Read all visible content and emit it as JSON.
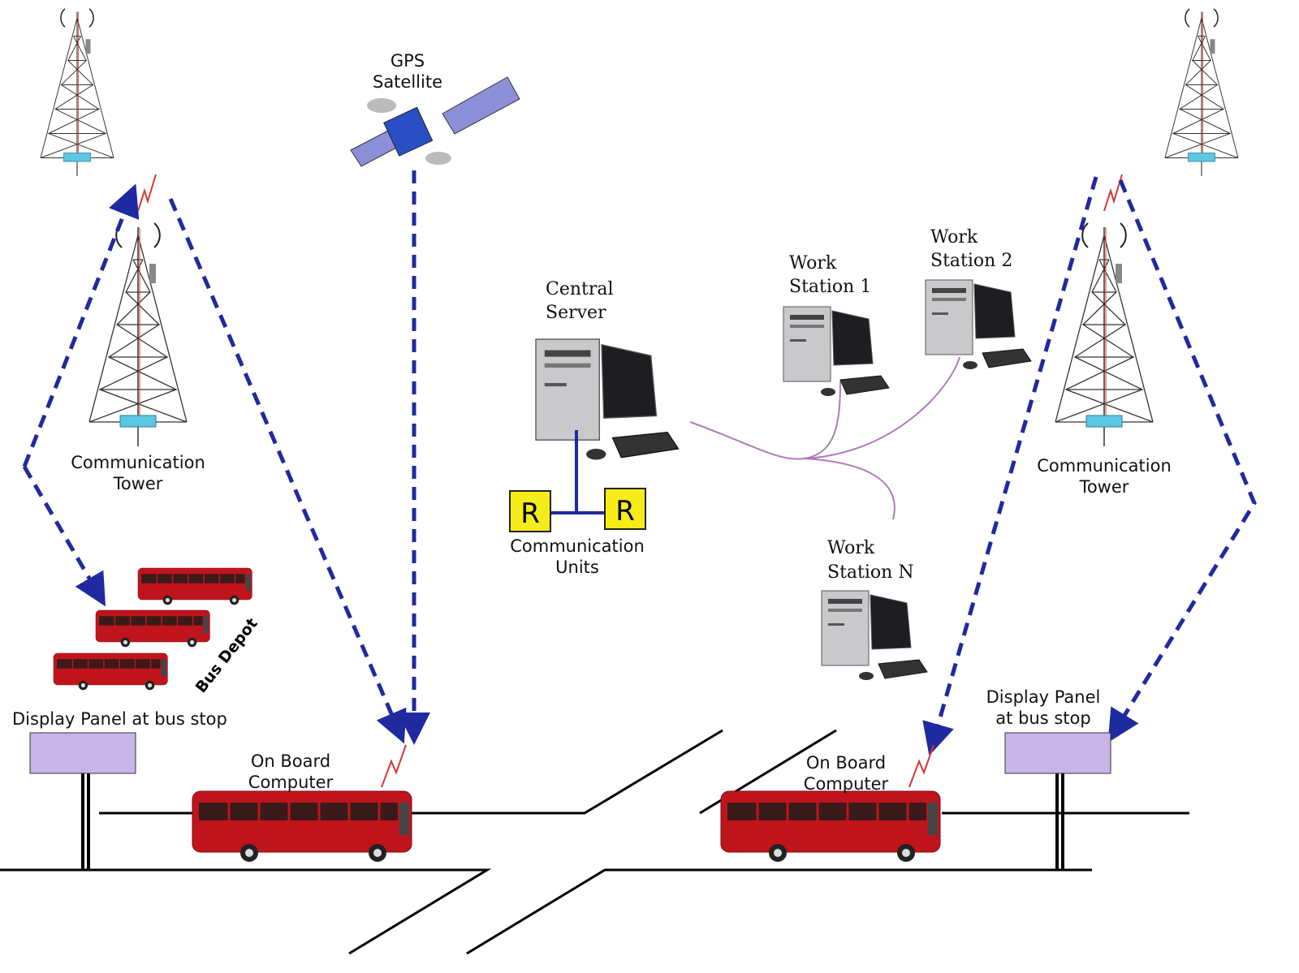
{
  "labels": {
    "gps": [
      "GPS",
      "Satellite"
    ],
    "tower_left": [
      "Communication",
      "Tower"
    ],
    "tower_right": [
      "Communication",
      "Tower"
    ],
    "server": [
      "Central",
      "Server"
    ],
    "ws1": [
      "Work",
      "Station 1"
    ],
    "ws2": [
      "Work",
      "Station 2"
    ],
    "wsn": [
      "Work",
      "Station N"
    ],
    "comm_units": [
      "Communication",
      "Units"
    ],
    "r_unit": "R",
    "bus_depot": "Bus Depot",
    "display_left": "Display Panel at bus stop",
    "display_right": [
      "Display Panel",
      "at bus stop"
    ],
    "onboard_left": [
      "On Board",
      "Computer"
    ],
    "onboard_right": [
      "On Board",
      "Computer"
    ]
  },
  "colors": {
    "signal_link": "#1f2aa0",
    "lan_cable": "#b07ab8",
    "bus": "#c0141c",
    "display_panel": "#c8b4e6",
    "comm_unit": "#f5ec1a"
  }
}
